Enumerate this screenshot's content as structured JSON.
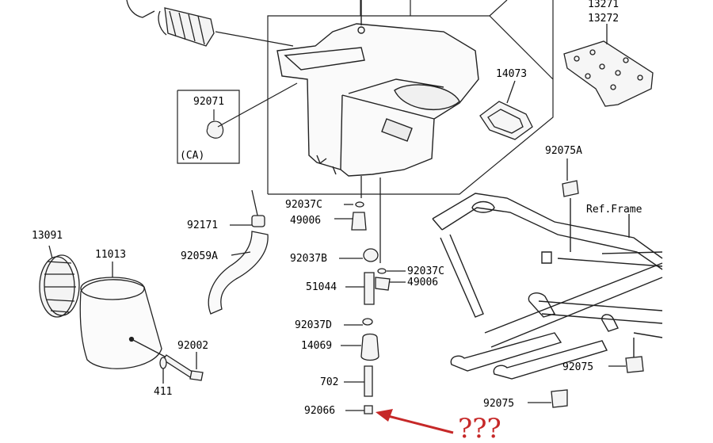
{
  "diagram": {
    "parts": {
      "p13271": "13271",
      "p13272": "13272",
      "p14073": "14073",
      "p92071": "92071",
      "ca": "(CA)",
      "p92075A": "92075A",
      "ref_frame": "Ref.Frame",
      "p92037C_a": "92037C",
      "p49006_a": "49006",
      "p92171": "92171",
      "p13091": "13091",
      "p11013": "11013",
      "p92059A": "92059A",
      "p92037B": "92037B",
      "p92037C_b": "92037C",
      "p51044": "51044",
      "p49006_b": "49006",
      "p92037D": "92037D",
      "p14069": "14069",
      "p92002": "92002",
      "p411": "411",
      "p702": "702",
      "p92075_a": "92075",
      "p92075_b": "92075",
      "p92066": "92066"
    },
    "annotation": {
      "text": "???",
      "color": "#c62828"
    }
  }
}
